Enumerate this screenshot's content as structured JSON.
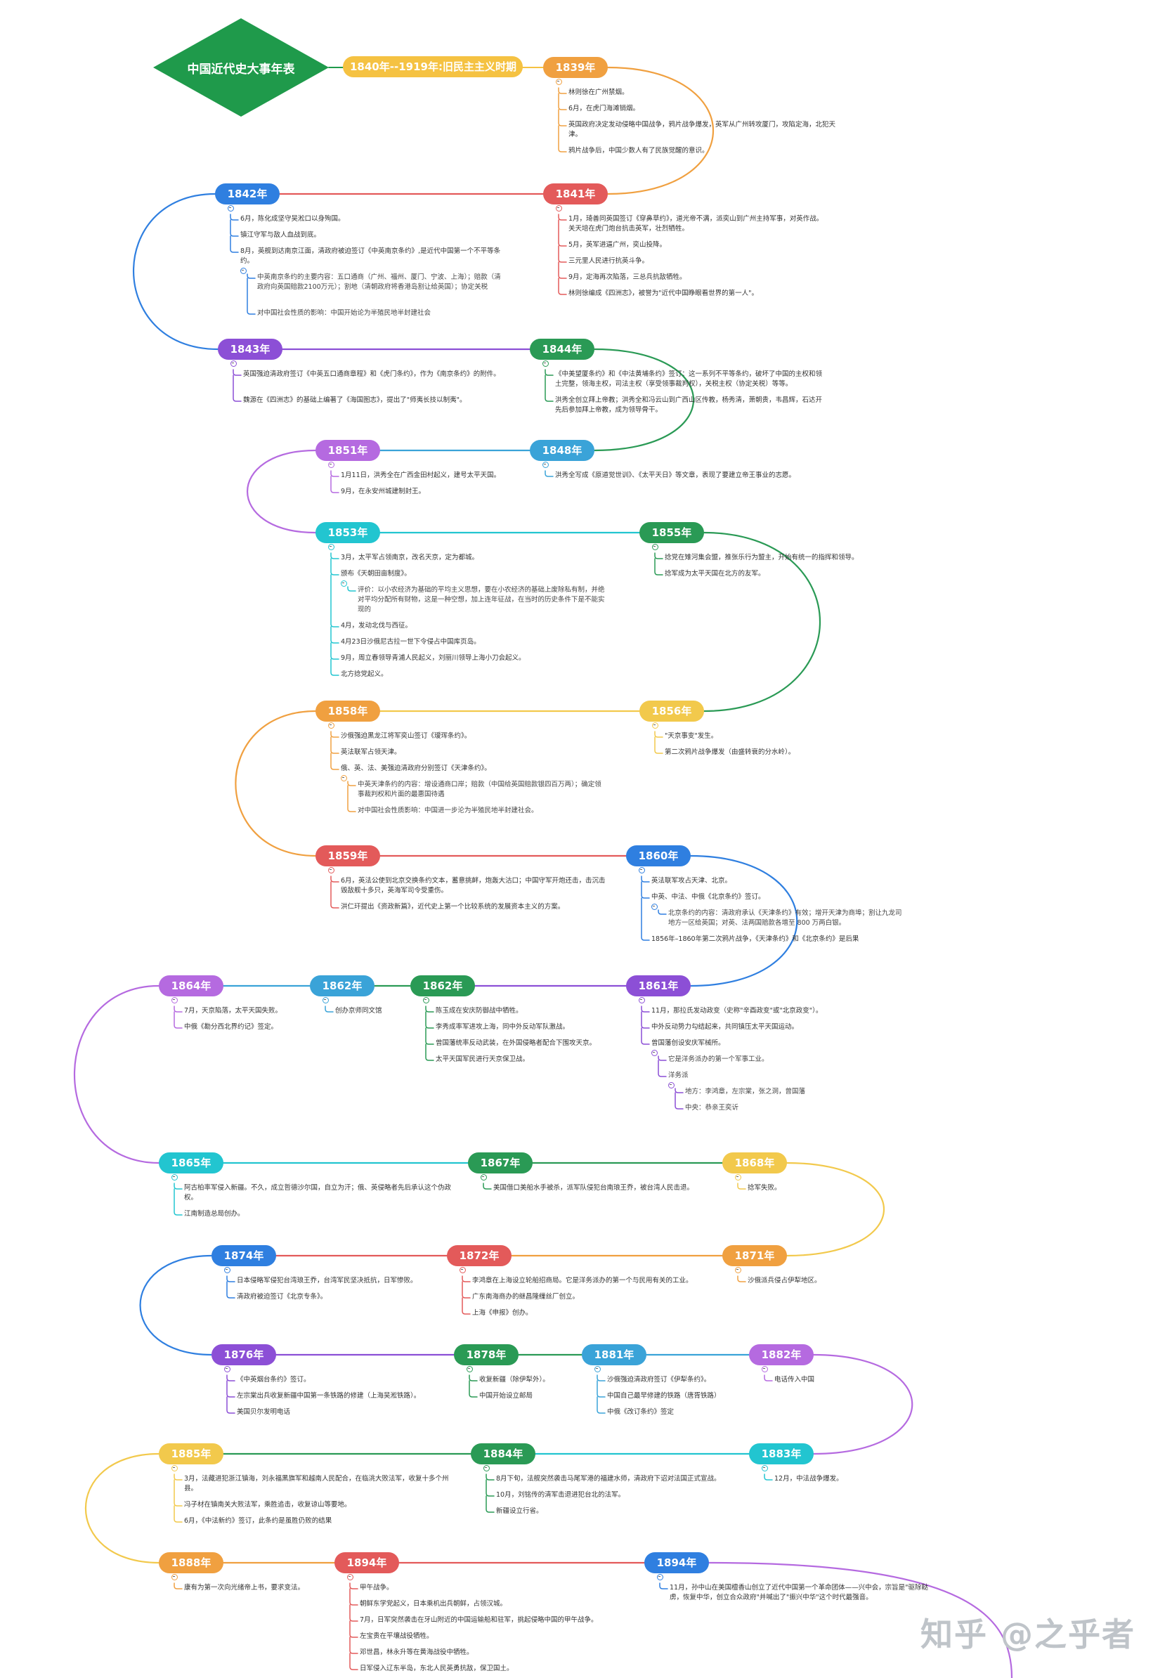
{
  "title": "中国近代史大事年表",
  "period_label": "1840年--1919年:旧民主主义时期",
  "watermark": "知乎 @之乎者",
  "colors": {
    "root": "#1f9a4b",
    "period": "#f5c242",
    "red": "#e35a5a",
    "orange": "#f0a040",
    "blue": "#2f7fe0",
    "purple": "#8c4fd6",
    "green": "#2a9a55",
    "cyan": "#22c5d0",
    "lightblue": "#3aa3d8",
    "yellow": "#f2c94c",
    "pink": "#d15ad8",
    "violet": "#b56ae0"
  },
  "nodes": [
    {
      "id": "n1839",
      "label": "1839年",
      "color": "orange",
      "notes": [
        "林则徐在广州禁烟。",
        "6月，在虎门海滩销烟。",
        "英国政府决定发动侵略中国战争，鸦片战争爆发，英军从广州转攻厦门，攻陷定海，北犯天津。",
        "鸦片战争后，中国少数人有了民族觉醒的意识。"
      ]
    },
    {
      "id": "n1841",
      "label": "1841年",
      "color": "red",
      "notes": [
        "1月，琦善同英国签订《穿鼻草约》，道光帝不满，派奕山到广州主持军事，对英作战。关天培在虎门炮台抗击英军，壮烈牺牲。",
        "5月，英军进逼广州，奕山投降。",
        "三元里人民进行抗英斗争。",
        "9月，定海再次陷落，三总兵抗敌牺牲。",
        "林则徐编成《四洲志》，被誉为\"近代中国睁眼看世界的第一人\"。"
      ]
    },
    {
      "id": "n1842",
      "label": "1842年",
      "color": "blue",
      "notes": [
        "6月，陈化成坚守吴淞口以身殉国。",
        "镇江守军与敌人血战到底。",
        "8月，英舰到达南京江面，清政府被迫签订《中英南京条约》,是近代中国第一个不平等条约。"
      ],
      "subnotes": [
        "中英南京条约的主要内容：五口通商（广州、福州、厦门、宁波、上海）；赔款（清政府向英国赔款2100万元）；割地（清朝政府将香港岛割让给英国）；协定关税",
        "对中国社会性质的影响：中国开始论为半殖民地半封建社会"
      ]
    },
    {
      "id": "n1843",
      "label": "1843年",
      "color": "purple",
      "notes": [
        "英国强迫清政府签订《中英五口通商章程》和《虎门条约》，作为《南京条约》的附件。",
        "魏源在《四洲志》的基础上编著了《海国图志》，提出了\"师夷长技以制夷\"。"
      ]
    },
    {
      "id": "n1844",
      "label": "1844年",
      "color": "green",
      "notes": [
        "《中美望厦条约》和《中法黄埔条约》签订：这一系列不平等条约，破坏了中国的主权和领土完整，领海主权，司法主权（享受领事裁判权），关税主权（协定关税）等等。",
        "洪秀全创立拜上帝教；洪秀全和冯云山到广西山区传教，杨秀清，萧朝贵，韦昌辉，石达开先后参加拜上帝教，成为领导骨干。"
      ]
    },
    {
      "id": "n1848",
      "label": "1848年",
      "color": "lightblue",
      "notes": [
        "洪秀全写成《原道觉世训》、《太平天日》等文章，表现了要建立帝王事业的志愿。"
      ]
    },
    {
      "id": "n1851",
      "label": "1851年",
      "color": "violet",
      "notes": [
        "1月11日，洪秀全在广西金田村起义，建号太平天国。",
        "9月，在永安州城建制封王。"
      ]
    },
    {
      "id": "n1853",
      "label": "1853年",
      "color": "cyan",
      "notes": [
        "3月，太平军占领南京，改名天京，定为都城。",
        "颁布《天朝田亩制度》。"
      ],
      "subnotes": [
        "评价：以小农经济为基础的平均主义思想，要在小农经济的基础上废除私有制，并绝对平均分配所有财物，这是一种空想，加上连年征战，在当时的历史条件下是不能实现的"
      ],
      "notes2": [
        "4月，发动北伐与西征。",
        "4月23日沙俄尼古拉一世下令侵占中国库页岛。",
        "9月，周立春领导青浦人民起义，刘丽川领导上海小刀会起义。",
        "北方捻党起义。"
      ]
    },
    {
      "id": "n1855",
      "label": "1855年",
      "color": "green",
      "notes": [
        "捻党在雉河集会盟，推张乐行为盟主，开始有统一的指挥和领导。",
        "捻军成为太平天国在北方的友军。"
      ]
    },
    {
      "id": "n1856",
      "label": "1856年",
      "color": "yellow",
      "notes": [
        "\"天京事变\"发生。",
        "第二次鸦片战争爆发（由盛转衰的分水岭）。"
      ]
    },
    {
      "id": "n1858",
      "label": "1858年",
      "color": "orange",
      "notes": [
        "沙俄强迫黑龙江将军奕山签订《瑷珲条约》。",
        "英法联军占领天津。",
        "俄、英、法、美强迫清政府分别签订《天津条约》。"
      ],
      "subnotes": [
        "中英天津条约的内容：增设通商口岸；赔款（中国给英国赔款银四百万两）；确定领事裁判权和片面的最惠国待遇",
        "对中国社会性质影响：中国进一步沦为半殖民地半封建社会。"
      ]
    },
    {
      "id": "n1859",
      "label": "1859年",
      "color": "red",
      "notes": [
        "6月，英法公使到北京交换条约文本，蓄意挑衅，炮轰大沽口；中国守军开炮还击，击沉击毁敌舰十多只，英海军司令受重伤。",
        "洪仁玕提出《资政新篇》，近代史上第一个比较系统的发展资本主义的方案。"
      ]
    },
    {
      "id": "n1860",
      "label": "1860年",
      "color": "blue",
      "notes": [
        "英法联军攻占天津、北京。",
        "中英、中法、中俄《北京条约》签订。"
      ],
      "subnotes": [
        "北京条约的内容：清政府承认《天津条约》有效；增开天津为商埠；割让九龙司地方一区给英国；对英、法两国赔款各增至 800 万两白银。"
      ],
      "notes2": [
        "1856年–1860年第二次鸦片战争，《天津条约》和《北京条约》是后果"
      ]
    },
    {
      "id": "n1861",
      "label": "1861年",
      "color": "purple",
      "notes": [
        "11月，那拉氏发动政变（史称\"辛酉政变\"或\"北京政变\"）。",
        "中外反动势力勾结起来，共同镇压太平天国运动。",
        "曾国藩创设安庆军械所。"
      ],
      "subnotes": [
        "它是洋务派办的第一个军事工业。",
        "洋务派"
      ],
      "subnotes2": [
        "地方：李鸿章，左宗棠，张之洞，曾国藩",
        "中央：恭亲王奕䜣"
      ]
    },
    {
      "id": "n1862b",
      "label": "1862年",
      "color": "green",
      "notes": [
        "陈玉成在安庆防御战中牺牲。",
        "李秀成率军进攻上海，同中外反动军队激战。",
        "曾国藩统率反动武装，在外国侵略者配合下围攻天京。",
        "太平天国军民进行天京保卫战。"
      ]
    },
    {
      "id": "n1862a",
      "label": "1862年",
      "color": "lightblue",
      "notes": [
        "创办京师同文馆"
      ]
    },
    {
      "id": "n1864",
      "label": "1864年",
      "color": "violet",
      "notes": [
        "7月，天京陷落，太平天国失败。",
        "中俄《勘分西北界约记》签定。"
      ]
    },
    {
      "id": "n1865",
      "label": "1865年",
      "color": "cyan",
      "notes": [
        "阿古柏率军侵入新疆。不久，成立哲德沙尔国，自立为汗；俄、英侵略者先后承认这个伪政权。",
        "江南制造总局创办。"
      ]
    },
    {
      "id": "n1867",
      "label": "1867年",
      "color": "green",
      "notes": [
        "美国借口美船水手被杀，派军队侵犯台南琅王乔，被台湾人民击退。"
      ]
    },
    {
      "id": "n1868",
      "label": "1868年",
      "color": "yellow",
      "notes": [
        "捻军失败。"
      ]
    },
    {
      "id": "n1871",
      "label": "1871年",
      "color": "orange",
      "notes": [
        "沙俄派兵侵占伊犁地区。"
      ]
    },
    {
      "id": "n1872",
      "label": "1872年",
      "color": "red",
      "notes": [
        "李鸿章在上海设立轮船招商局。它是洋务派办的第一个与民用有关的工业。",
        "广东南海商办的继昌隆缫丝厂创立。",
        "上海《申报》创办。"
      ]
    },
    {
      "id": "n1874",
      "label": "1874年",
      "color": "blue",
      "notes": [
        "日本侵略军侵犯台湾琅王乔，台湾军民坚决抵抗，日军惨败。",
        "清政府被迫签订《北京专条》。"
      ]
    },
    {
      "id": "n1876",
      "label": "1876年",
      "color": "purple",
      "notes": [
        "《中英烟台条约》签订。",
        "左宗棠出兵收复新疆中国第一条铁路的修建（上海吴淞铁路）。",
        "美国贝尔发明电话"
      ]
    },
    {
      "id": "n1878",
      "label": "1878年",
      "color": "green",
      "notes": [
        "收复新疆（除伊犁外）。",
        "中国开始设立邮局"
      ]
    },
    {
      "id": "n1881",
      "label": "1881年",
      "color": "lightblue",
      "notes": [
        "沙俄强迫清政府签订《伊犁条约》。",
        "中国自己最早修建的铁路（唐胥铁路）",
        "中俄《改订条约》签定"
      ]
    },
    {
      "id": "n1882",
      "label": "1882年",
      "color": "violet",
      "notes": [
        "电话传入中国"
      ]
    },
    {
      "id": "n1883",
      "label": "1883年",
      "color": "cyan",
      "notes": [
        "12月，中法战争爆发。"
      ]
    },
    {
      "id": "n1884",
      "label": "1884年",
      "color": "green",
      "notes": [
        "8月下旬，法舰突然袭击马尾军港的福建水师，清政府下诏对法国正式宣战。",
        "10月，刘铭传的清军击退进犯台北的法军。",
        "新疆设立行省。"
      ]
    },
    {
      "id": "n1885",
      "label": "1885年",
      "color": "yellow",
      "notes": [
        "3月，法藏进犯浙江镇海，刘永福黑旗军和越南人民配合，在临洮大败法军，收复十多个州县。",
        "冯子材在镇南关大败法军，乘胜追击，收复谅山等要地。",
        "6月，《中法新约》签订，此条约是虽胜仍败的结果"
      ]
    },
    {
      "id": "n1888",
      "label": "1888年",
      "color": "orange",
      "notes": [
        "康有为第一次向光绪帝上书，要求变法。"
      ]
    },
    {
      "id": "n1894a",
      "label": "1894年",
      "color": "red",
      "notes": [
        "甲午战争。",
        "朝鲜东学党起义，日本乘机出兵朝鲜，占领汉城。",
        "7月，日军突然袭击在牙山附近的中国运输船和驻军，挑起侵略中国的甲午战争。",
        "左宝贵在平壤战役牺牲。",
        "邓世昌，林永升等在黄海战役中牺牲。",
        "日军侵入辽东半岛，东北人民英勇抗敌，保卫国土。"
      ]
    },
    {
      "id": "n1894b",
      "label": "1894年",
      "color": "blue",
      "notes": [
        "11月，孙中山在美国檀香山创立了近代中国第一个革命团体——兴中会，宗旨是\"驱除鞑虏，恢复中华，创立合众政府\"并喊出了\"振兴中华\"这个时代最强音。"
      ]
    }
  ]
}
